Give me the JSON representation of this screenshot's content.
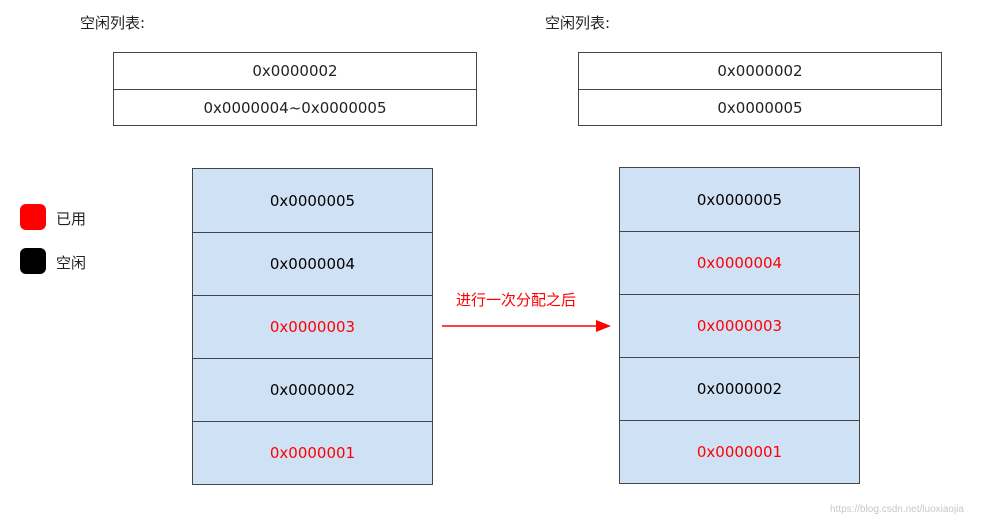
{
  "colors": {
    "used": "#ff0000",
    "free": "#000000",
    "block_fill": "#cfe2f5",
    "arrow": "#ff0000"
  },
  "left": {
    "heading": "空闲列表:",
    "free_list": [
      "0x0000002",
      "0x0000004~0x0000005"
    ],
    "memory": [
      {
        "label": "0x0000005",
        "state": "free"
      },
      {
        "label": "0x0000004",
        "state": "free"
      },
      {
        "label": "0x0000003",
        "state": "used"
      },
      {
        "label": "0x0000002",
        "state": "free"
      },
      {
        "label": "0x0000001",
        "state": "used"
      }
    ]
  },
  "right": {
    "heading": "空闲列表:",
    "free_list": [
      "0x0000002",
      "0x0000005"
    ],
    "memory": [
      {
        "label": "0x0000005",
        "state": "free"
      },
      {
        "label": "0x0000004",
        "state": "used"
      },
      {
        "label": "0x0000003",
        "state": "used"
      },
      {
        "label": "0x0000002",
        "state": "free"
      },
      {
        "label": "0x0000001",
        "state": "used"
      }
    ]
  },
  "legend": {
    "used_label": "已用",
    "free_label": "空闲"
  },
  "arrow_label": "进行一次分配之后",
  "watermark": "https://blog.csdn.net/luoxiaojia"
}
